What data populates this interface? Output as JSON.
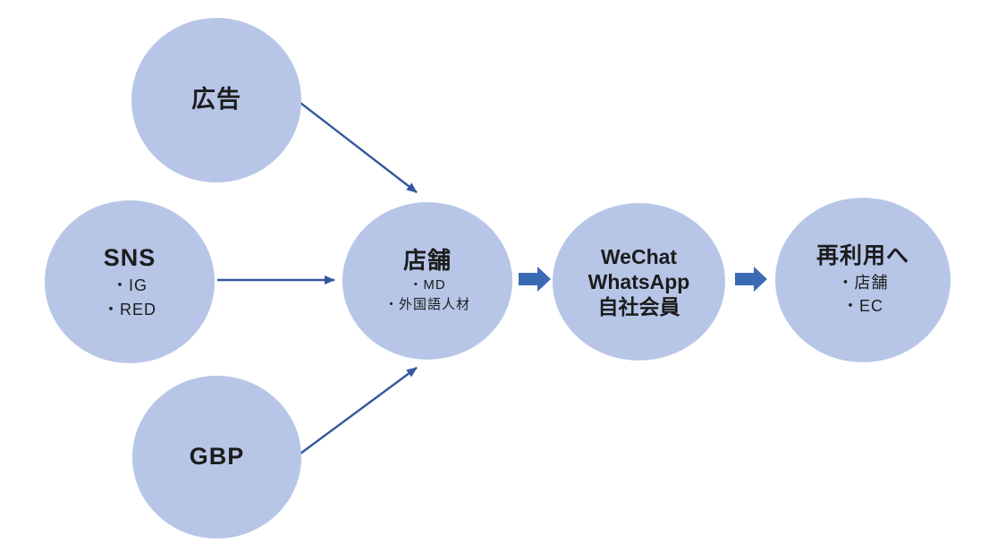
{
  "colors": {
    "background": "#ffffff",
    "node_fill": "#b7c6e7",
    "connector": "#33589d",
    "block_arrow": "#3b6ab5",
    "text": "#1c1c1c"
  },
  "nodes": {
    "ad": {
      "title": "広告"
    },
    "sns": {
      "title": "SNS",
      "item1": "・IG",
      "item2": "・RED"
    },
    "gbp": {
      "title": "GBP"
    },
    "store": {
      "title": "店舗",
      "item1": "・MD",
      "item2": "・外国語人材"
    },
    "member": {
      "line1": "WeChat",
      "line2": "WhatsApp",
      "line3": "自社会員"
    },
    "reuse": {
      "title": "再利用へ",
      "item1": "・店舗",
      "item2": "・EC"
    }
  },
  "edges": [
    {
      "from": "広告",
      "to": "店舗",
      "style": "line-arrow"
    },
    {
      "from": "SNS",
      "to": "店舗",
      "style": "line-arrow"
    },
    {
      "from": "GBP",
      "to": "店舗",
      "style": "line-arrow"
    },
    {
      "from": "店舗",
      "to": "WeChat WhatsApp 自社会員",
      "style": "block-arrow"
    },
    {
      "from": "WeChat WhatsApp 自社会員",
      "to": "再利用へ",
      "style": "block-arrow"
    }
  ]
}
